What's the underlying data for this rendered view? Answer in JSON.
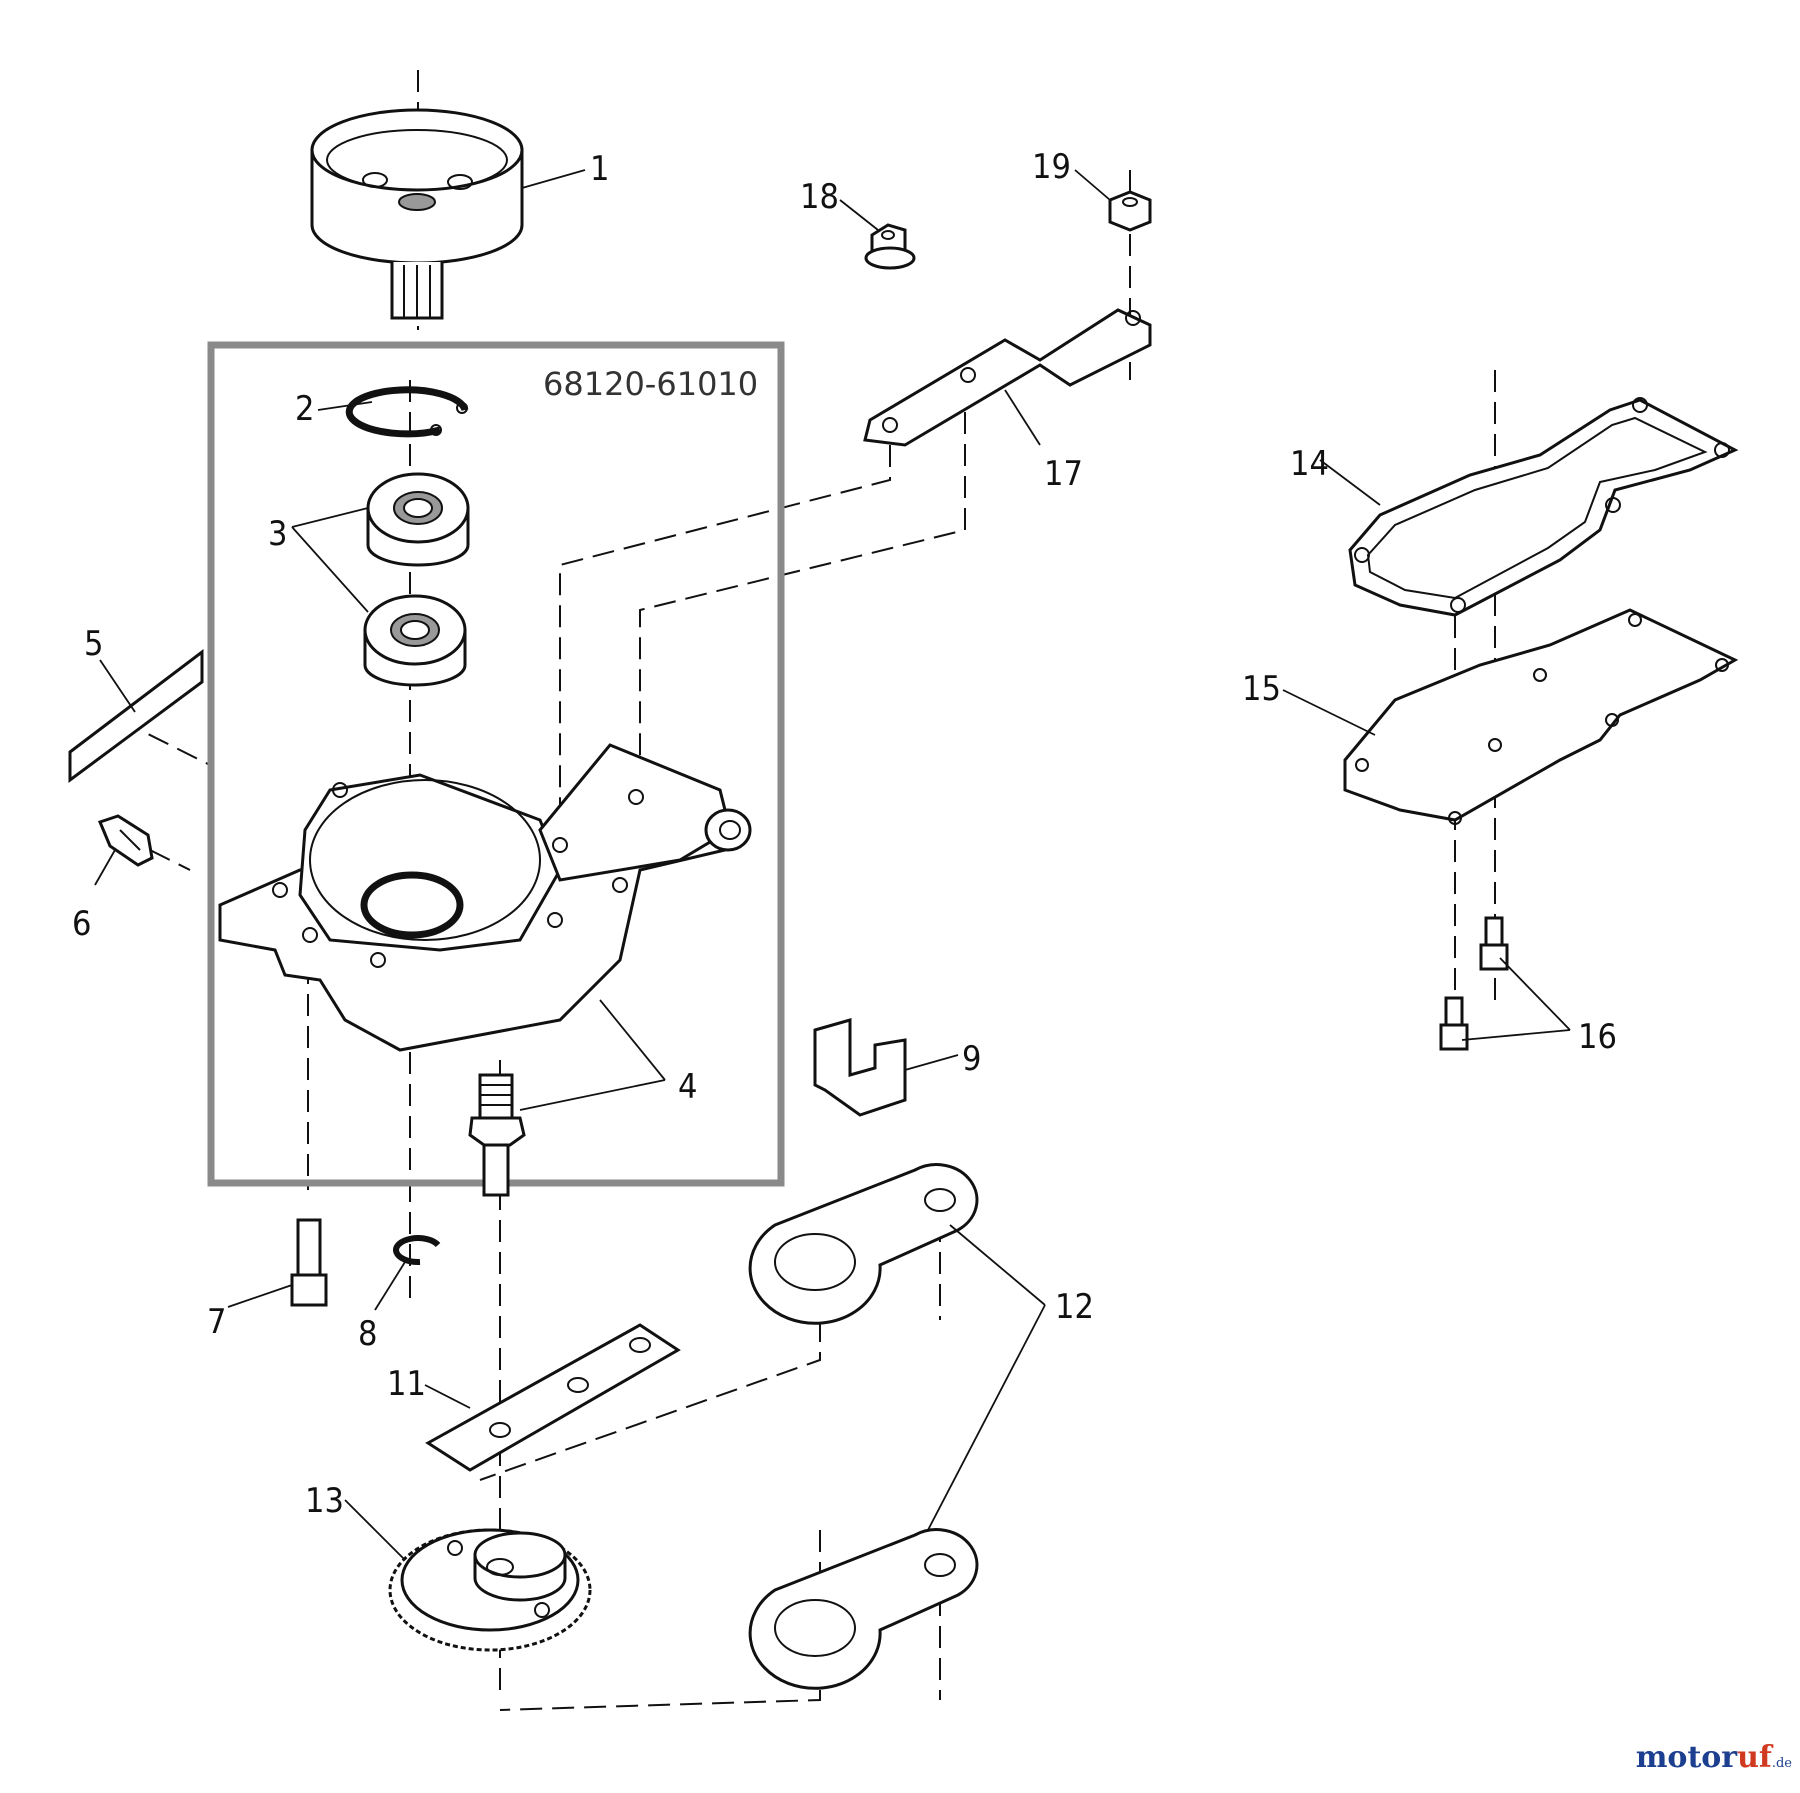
{
  "kit_box": {
    "part_number": "68120-61010"
  },
  "callouts": [
    "1",
    "2",
    "3",
    "4",
    "5",
    "6",
    "7",
    "8",
    "9",
    "11",
    "12",
    "13",
    "14",
    "15",
    "16",
    "17",
    "18",
    "19"
  ],
  "watermark": {
    "brand": "motoruf",
    "tld": ".de"
  }
}
